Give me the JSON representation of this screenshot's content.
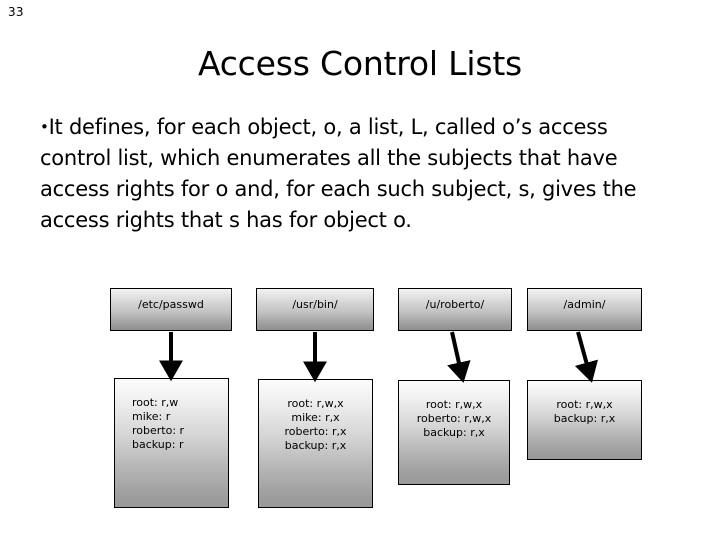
{
  "slide": {
    "number": "33",
    "title": "Access Control Lists",
    "body_bullet": "•",
    "body_text": "It defines, for each object, o, a list, L, called o’s access control list, which enumerates all the subjects that have access rights for o and, for each such subject, s, gives the access rights that s has for object o."
  },
  "diagram": {
    "type": "acl-mapping",
    "objects": [
      {
        "label": "/etc/passwd"
      },
      {
        "label": "/usr/bin/"
      },
      {
        "label": "/u/roberto/"
      },
      {
        "label": "/admin/"
      }
    ],
    "acls": [
      {
        "entries": "root: r,w\nmike: r\nroberto: r\nbackup: r"
      },
      {
        "entries": "root: r,w,x\nmike: r,x\nroberto: r,x\nbackup: r,x"
      },
      {
        "entries": "root: r,w,x\nroberto: r,w,x\nbackup: r,x"
      },
      {
        "entries": "root: r,w,x\nbackup: r,x"
      }
    ],
    "arrow_color": "#000000",
    "box_border_color": "#000000"
  }
}
